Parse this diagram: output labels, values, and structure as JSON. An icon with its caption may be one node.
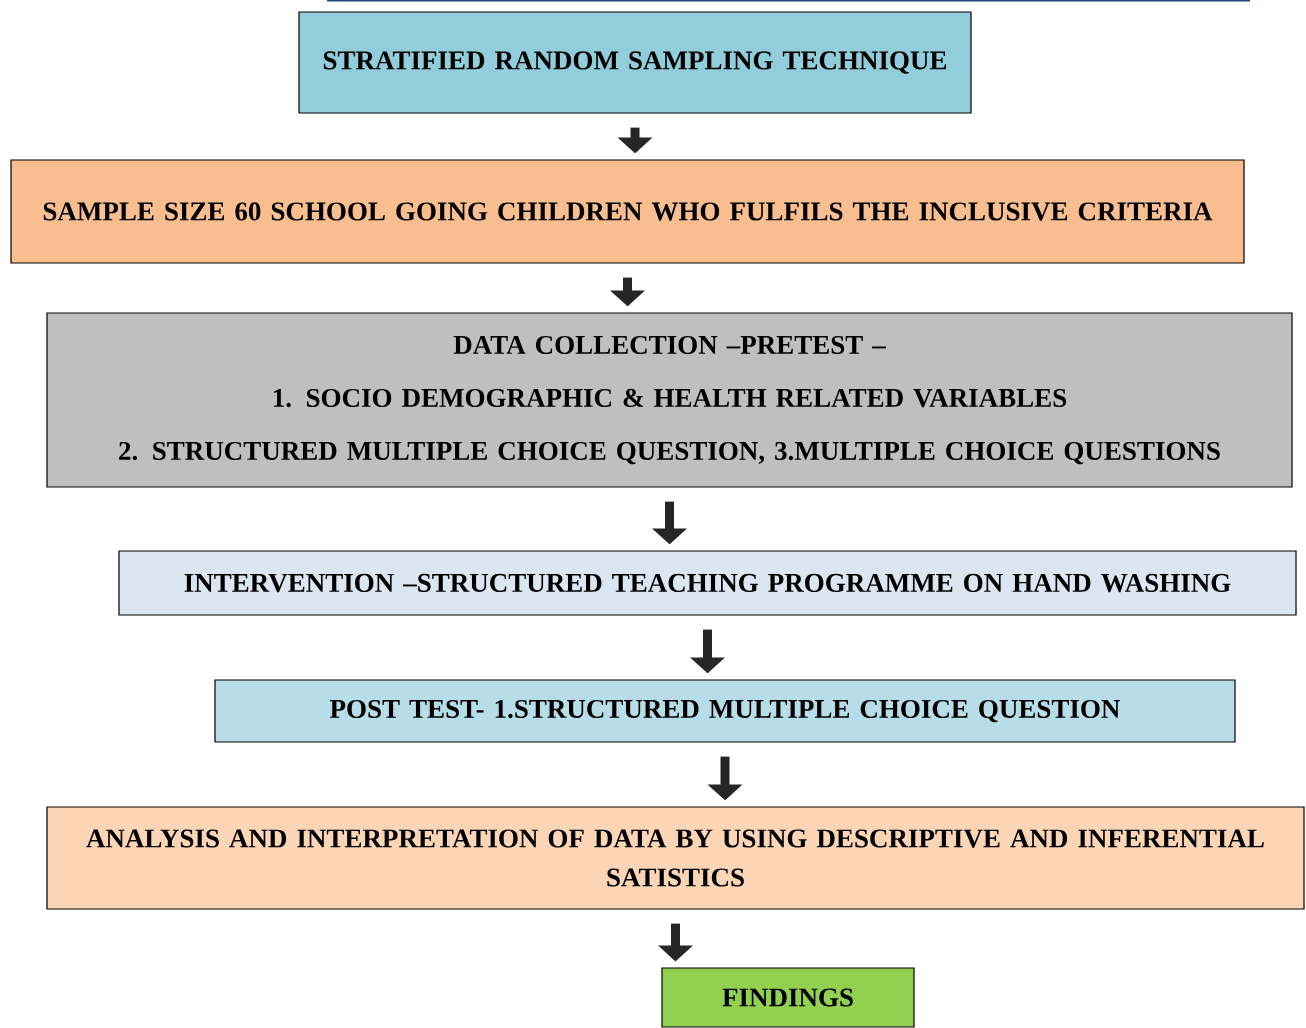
{
  "diagram": {
    "nodes": [
      {
        "text": [
          "STRATIFIED RANDOM SAMPLING TECHNIQUE"
        ]
      },
      {
        "text": [
          "SAMPLE SIZE  60 SCHOOL GOING CHILDREN WHO FULFILS THE INCLUSIVE CRITERIA"
        ]
      },
      {
        "text": [
          "DATA COLLECTION –PRETEST –",
          "1. SOCIO DEMOGRAPHIC & HEALTH RELATED VARIABLES",
          "2. STRUCTURED MULTIPLE CHOICE QUESTION,  3.MULTIPLE CHOICE QUESTIONS"
        ]
      },
      {
        "text": [
          "INTERVENTION –STRUCTURED TEACHING PROGRAMME ON HAND WASHING"
        ]
      },
      {
        "text": [
          "POST TEST- 1.STRUCTURED MULTIPLE CHOICE QUESTION"
        ]
      },
      {
        "text": [
          "ANALYSIS AND INTERPRETATION OF DATA BY USING DESCRIPTIVE AND INFERENTIAL SATISTICS"
        ]
      },
      {
        "text": [
          "FINDINGS"
        ]
      }
    ],
    "edges": [
      {
        "from": 0,
        "to": 1,
        "arrow": "to"
      },
      {
        "from": 1,
        "to": 2,
        "arrow": "to"
      },
      {
        "from": 2,
        "to": 3,
        "arrow": "to"
      },
      {
        "from": 3,
        "to": 4,
        "arrow": "to"
      },
      {
        "from": 4,
        "to": 5,
        "arrow": "to"
      },
      {
        "from": 5,
        "to": 6,
        "arrow": "to"
      }
    ]
  }
}
